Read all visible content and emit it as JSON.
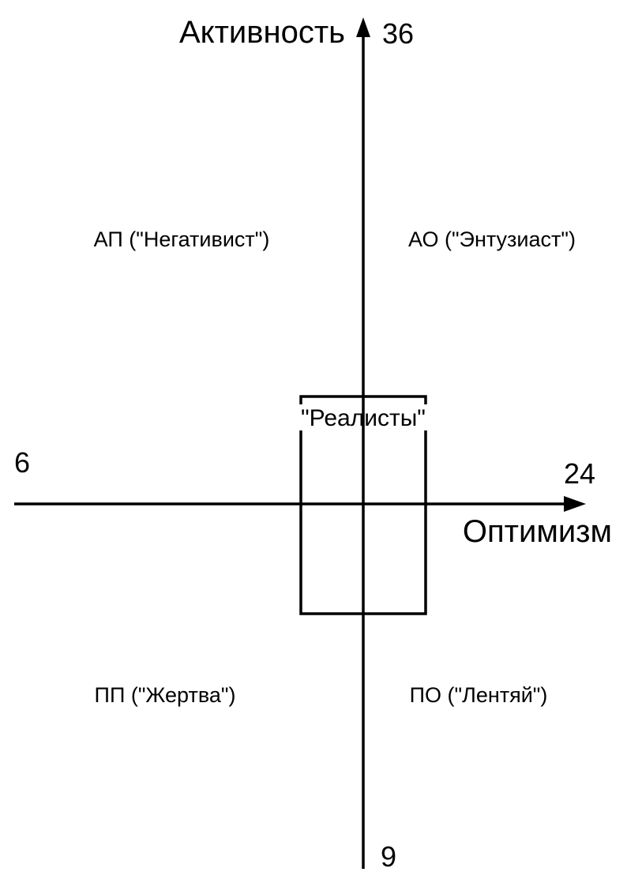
{
  "axes": {
    "vertical": {
      "label": "Активность",
      "top_value": "36",
      "bottom_value": "9"
    },
    "horizontal": {
      "label": "Оптимизм",
      "left_value": "6",
      "right_value": "24"
    }
  },
  "quadrants": {
    "top_left": "АП (\"Негативист\")",
    "top_right": "АО (\"Энтузиаст\")",
    "bottom_left": "ПП (\"Жертва\")",
    "bottom_right": "ПО (\"Лентяй\")"
  },
  "center_box": {
    "label": "\"Реалисты\""
  },
  "colors": {
    "line": "#000000",
    "background": "#ffffff",
    "text": "#000000"
  }
}
